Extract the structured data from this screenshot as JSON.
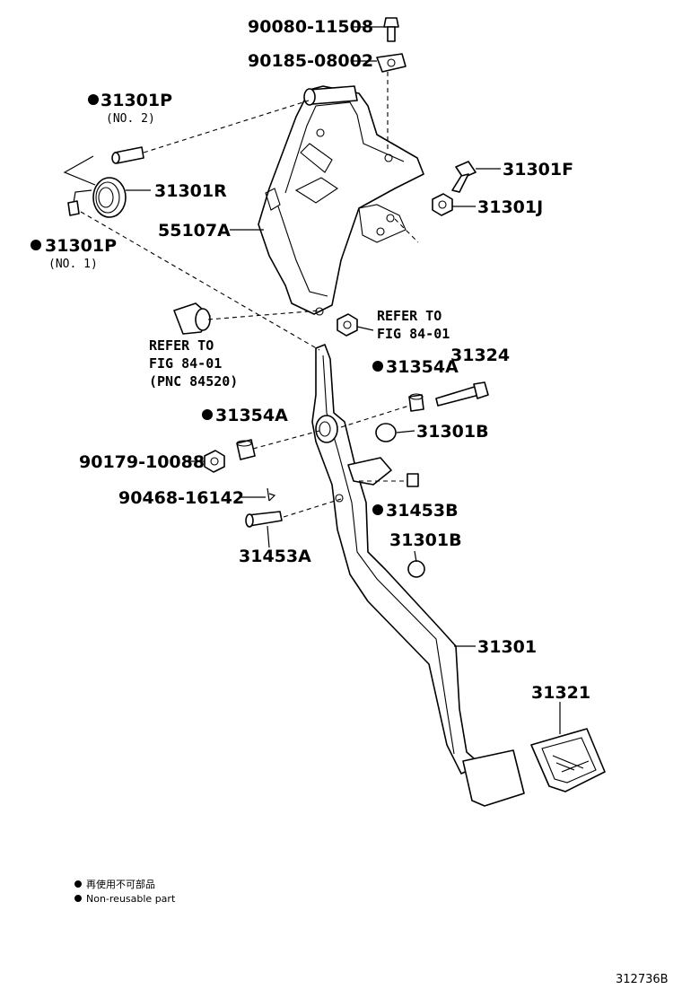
{
  "labels": {
    "p90080": "90080-11508",
    "p90185": "90185-08002",
    "p31301P_no2": "31301P",
    "no2": "(NO. 2)",
    "p31301R": "31301R",
    "p55107A": "55107A",
    "p31301P_no1": "31301P",
    "no1": "(NO. 1)",
    "p31301F": "31301F",
    "p31301J": "31301J",
    "ref1_line1": "REFER TO",
    "ref1_line2": "FIG 84-01",
    "ref2_line1": "REFER TO",
    "ref2_line2": "FIG 84-01",
    "ref2_line3": "(PNC 84520)",
    "p31354A_right": "31354A",
    "p31324": "31324",
    "p31354A_left": "31354A",
    "p31301B_upper": "31301B",
    "p90179": "90179-10088",
    "p90468": "90468-16142",
    "p31453B": "31453B",
    "p31453A": "31453A",
    "p31301B_lower": "31301B",
    "p31301": "31301",
    "p31321": "31321"
  },
  "legend": {
    "jp": "再使用不可部品",
    "en": "Non-reusable part"
  },
  "figure_number": "312736B"
}
